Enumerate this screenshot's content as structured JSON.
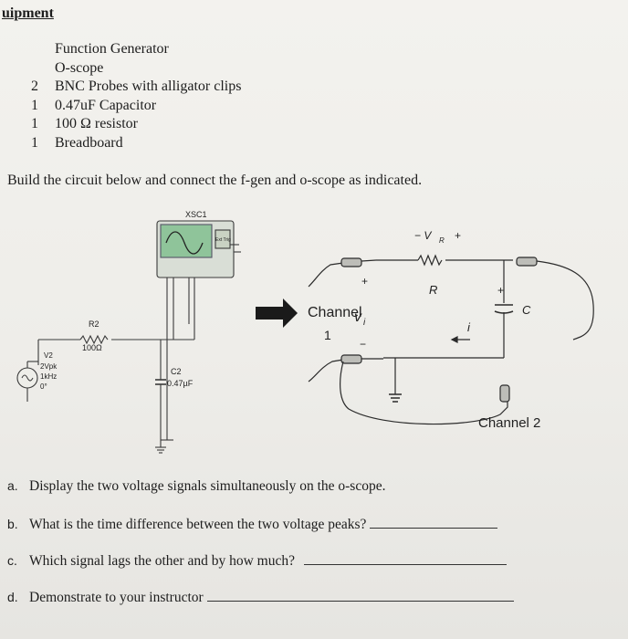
{
  "header": {
    "title": "uipment"
  },
  "equipment": [
    {
      "qty": "",
      "item": "Function Generator"
    },
    {
      "qty": "",
      "item": "O-scope"
    },
    {
      "qty": "2",
      "item": "BNC Probes with alligator clips"
    },
    {
      "qty": "1",
      "item": "0.47uF Capacitor"
    },
    {
      "qty": "1",
      "item": "100 Ω resistor"
    },
    {
      "qty": "1",
      "item": "Breadboard"
    }
  ],
  "instruction": "Build the circuit below and connect the f-gen and o-scope as indicated.",
  "schematic": {
    "scope_label": "XSC1",
    "ext_trig_label": "Ext Trig",
    "resistor_ref": "R2",
    "resistor_value": "100Ω",
    "source_ref": "V2",
    "source_amp": "2Vpk",
    "source_freq": "1kHz",
    "source_phase": "0°",
    "cap_ref": "C2",
    "cap_value": "0.47µF"
  },
  "pictorial": {
    "channel1_label": "Channel",
    "vi_label": "v",
    "vi_sub": "i",
    "channel1_number": "1",
    "vr_label": "− V",
    "vr_sub": "R",
    "vr_plus": "+",
    "r_label": "R",
    "c_label": "C",
    "i_label": "i",
    "plus_sign": "+",
    "minus_sign": "−",
    "channel2_label": "Channel 2"
  },
  "questions": [
    {
      "letter": "a.",
      "text": "Display the two voltage signals simultaneously on the o-scope.",
      "blank": false
    },
    {
      "letter": "b.",
      "text": "What is the time difference between the two voltage peaks?",
      "blank": true
    },
    {
      "letter": "c.",
      "text": "Which signal lags the other and by how much?",
      "blank": true
    },
    {
      "letter": "d.",
      "text": "Demonstrate to your instructor",
      "blank": true
    }
  ],
  "colors": {
    "paper": "#eeede9",
    "scope_screen": "#7fb88a",
    "ink": "#1d1d1d",
    "arrow": "#1a1a1a"
  }
}
